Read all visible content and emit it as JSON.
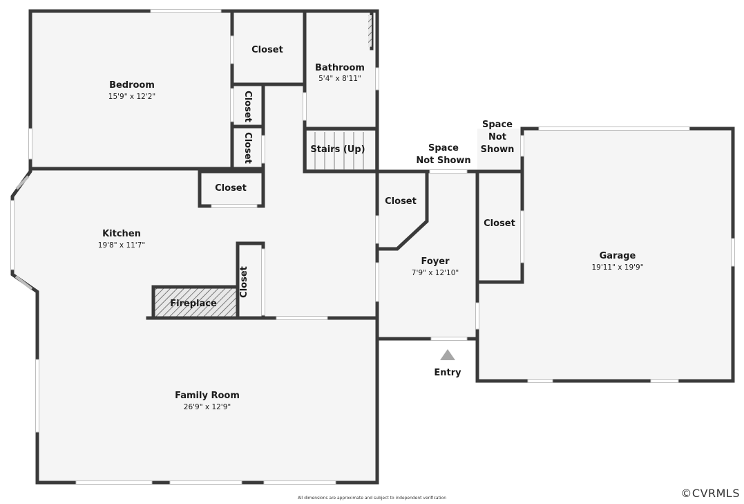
{
  "rooms": {
    "bedroom": {
      "name": "Bedroom",
      "dim": "15'9\" x 12'2\""
    },
    "closet_top": {
      "name": "Closet"
    },
    "bathroom": {
      "name": "Bathroom",
      "dim": "5'4\" x 8'11\""
    },
    "closet_vert1": {
      "name": "Closet"
    },
    "closet_vert2": {
      "name": "Closet"
    },
    "stairs": {
      "name": "Stairs (Up)"
    },
    "closet_kitchen": {
      "name": "Closet"
    },
    "kitchen": {
      "name": "Kitchen",
      "dim": "19'8\" x 11'7\""
    },
    "closet_vert3": {
      "name": "Closet"
    },
    "fireplace": {
      "name": "Fireplace"
    },
    "family_room": {
      "name": "Family Room",
      "dim": "26'9\" x 12'9\""
    },
    "closet_foyer": {
      "name": "Closet"
    },
    "foyer": {
      "name": "Foyer",
      "dim": "7'9\" x 12'10\""
    },
    "closet_garage": {
      "name": "Closet"
    },
    "garage": {
      "name": "Garage",
      "dim": "19'11\" x 19'9\""
    }
  },
  "space_not_shown_1": {
    "line1": "Space",
    "line2": "Not Shown"
  },
  "space_not_shown_2": {
    "line1": "Space",
    "line2": "Not",
    "line3": "Shown"
  },
  "entry": {
    "label": "Entry"
  },
  "footer": {
    "disclaimer": "All dimensions are approximate and subject to independent verification"
  },
  "brand": {
    "text": "©CVRMLS"
  },
  "colors": {
    "wall": "#3a3a3a",
    "floor": "#f5f5f5",
    "window": "#cfcfcf"
  }
}
